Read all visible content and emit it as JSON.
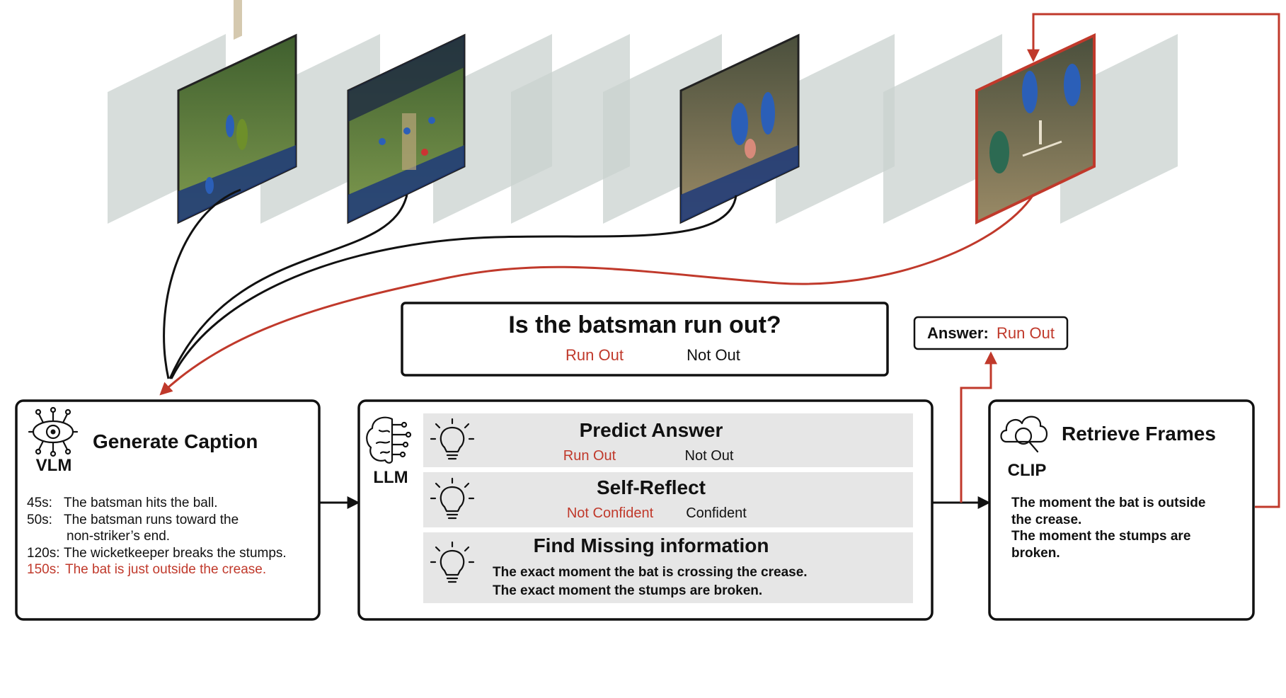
{
  "question": {
    "text": "Is the batsman run out?",
    "options": [
      "Run Out",
      "Not Out"
    ]
  },
  "answer": {
    "label": "Answer:",
    "value": "Run Out"
  },
  "vlm_box": {
    "title": "Generate Caption",
    "model": "VLM",
    "captions": [
      {
        "time": "45s:",
        "text": "The batsman hits the ball.",
        "highlight": false
      },
      {
        "time": "50s:",
        "text": "The batsman runs toward the",
        "cont": "non-striker’s end.",
        "highlight": false
      },
      {
        "time": "120s:",
        "text": "The wicketkeeper breaks the stumps.",
        "highlight": false
      },
      {
        "time": "150s:",
        "text": "The bat is just outside the crease.",
        "highlight": true
      }
    ]
  },
  "llm_box": {
    "model": "LLM",
    "steps": [
      {
        "title": "Predict Answer",
        "options": [
          "Run Out",
          "Not Out"
        ]
      },
      {
        "title": "Self-Reflect",
        "options": [
          "Not Confident",
          "Confident"
        ]
      },
      {
        "title": "Find Missing information",
        "lines": [
          "The exact moment the bat is crossing the crease.",
          "The exact moment the stumps are broken."
        ]
      }
    ]
  },
  "clip_box": {
    "title": "Retrieve Frames",
    "model": "CLIP",
    "lines": [
      "The moment the bat is outside",
      "the crease.",
      "The moment the stumps are",
      "broken."
    ]
  },
  "colors": {
    "accent_red": "#c0392b",
    "ink": "#111111",
    "panel_gray": "#e6e6e6",
    "frame_ghost": "#c9d1cf",
    "field_green": "#5a7a3a",
    "player_blue": "#2b5fb8"
  },
  "icons": [
    "eye-network-icon",
    "brain-circuit-icon",
    "lightbulb-icon",
    "cloud-search-icon"
  ]
}
